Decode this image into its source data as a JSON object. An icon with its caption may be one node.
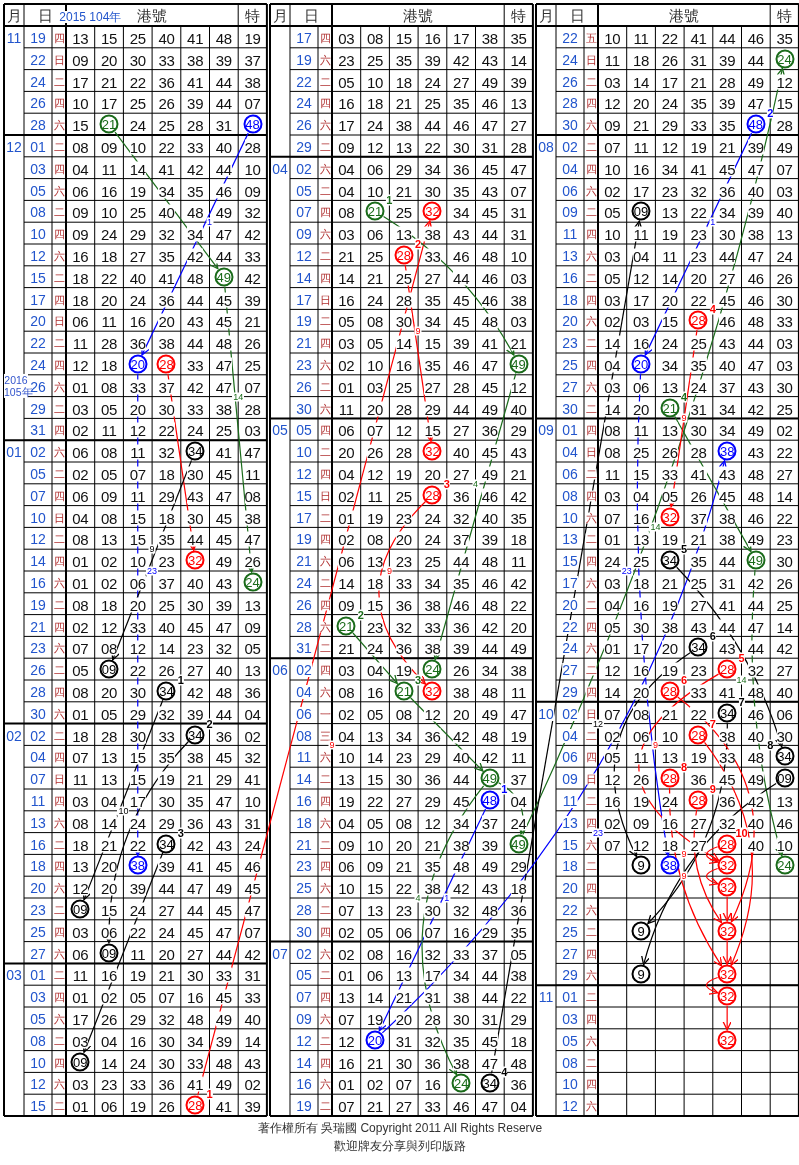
{
  "diagram": {
    "nodes": [
      {
        "text": [
          "21"
        ]
      },
      {
        "text": [
          "48"
        ]
      },
      {
        "text": [
          "49"
        ]
      },
      {
        "text": [
          "20"
        ]
      },
      {
        "text": [
          "28"
        ]
      },
      {
        "text": [
          "34"
        ]
      },
      {
        "text": [
          "32"
        ]
      },
      {
        "text": [
          "24"
        ]
      },
      {
        "text": [
          "09"
        ]
      },
      {
        "text": [
          "34"
        ],
        "beside": [
          "1"
        ]
      },
      {
        "text": [
          "34"
        ],
        "beside": [
          "2"
        ]
      },
      {
        "text": [
          "34"
        ],
        "beside": [
          "3"
        ]
      },
      {
        "text": [
          "38"
        ]
      },
      {
        "text": [
          "09"
        ]
      },
      {
        "text": [
          "09"
        ]
      },
      {
        "text": [
          "09"
        ]
      },
      {
        "text": [
          "28"
        ],
        "beside": [
          "1"
        ]
      },
      {
        "text": [
          "21"
        ],
        "beside": [
          "1"
        ]
      },
      {
        "text": [
          "32"
        ]
      },
      {
        "text": [
          "28"
        ],
        "beside": [
          "2"
        ]
      },
      {
        "text": [
          "49"
        ]
      },
      {
        "text": [
          "32"
        ]
      },
      {
        "text": [
          "28"
        ],
        "beside": [
          "3"
        ]
      },
      {
        "text": [
          "21"
        ],
        "beside": [
          "2"
        ]
      },
      {
        "text": [
          "24"
        ]
      },
      {
        "text": [
          "21"
        ],
        "beside": [
          "3"
        ]
      },
      {
        "text": [
          "32"
        ]
      },
      {
        "text": [
          "49"
        ]
      },
      {
        "text": [
          "48"
        ],
        "beside": [
          "1"
        ]
      },
      {
        "text": [
          "49"
        ]
      },
      {
        "text": [
          "20"
        ]
      },
      {
        "text": [
          "24"
        ]
      },
      {
        "text": [
          "34"
        ],
        "beside": [
          "4"
        ]
      },
      {
        "text": [
          "24"
        ]
      },
      {
        "text": [
          "48"
        ],
        "beside": [
          "2"
        ]
      },
      {
        "text": [
          "09"
        ]
      },
      {
        "text": [
          "28"
        ],
        "beside": [
          "4"
        ]
      },
      {
        "text": [
          "20"
        ]
      },
      {
        "text": [
          "21"
        ],
        "beside": [
          "4"
        ]
      },
      {
        "text": [
          "38"
        ]
      },
      {
        "text": [
          "32"
        ]
      },
      {
        "text": [
          "34"
        ],
        "beside": [
          "5"
        ]
      },
      {
        "text": [
          "49"
        ]
      },
      {
        "text": [
          "34"
        ],
        "beside": [
          "6"
        ]
      },
      {
        "text": [
          "28"
        ],
        "beside": [
          "5"
        ]
      },
      {
        "text": [
          "28"
        ],
        "beside": [
          "6"
        ]
      },
      {
        "text": [
          "34"
        ],
        "beside": [
          "7"
        ]
      },
      {
        "text": [
          "28"
        ],
        "beside": [
          "7"
        ]
      },
      {
        "text": [
          "34"
        ],
        "beside": [
          "8"
        ]
      },
      {
        "text": [
          "28"
        ],
        "beside": [
          "8"
        ]
      },
      {
        "text": [
          "09"
        ]
      },
      {
        "text": [
          "28"
        ],
        "beside": [
          "9"
        ]
      },
      {
        "text": [
          "28"
        ],
        "beside": [
          "10"
        ]
      },
      {
        "text": [
          "9"
        ]
      },
      {
        "text": [
          "38"
        ]
      },
      {
        "text": [
          "32"
        ]
      },
      {
        "text": [
          "24"
        ]
      },
      {
        "text": [
          "32"
        ]
      },
      {
        "text": [
          "9"
        ]
      },
      {
        "text": [
          "32"
        ]
      },
      {
        "text": [
          "9"
        ]
      },
      {
        "text": [
          "32"
        ]
      },
      {
        "text": [
          "32"
        ]
      },
      {
        "text": [
          "32"
        ]
      }
    ],
    "edges": [
      {
        "from": 0,
        "to": 2,
        "arrow": "to",
        "color": "#1a6b1a"
      },
      {
        "from": 2,
        "to": 7,
        "arrow": "to",
        "label": "14",
        "color": "#1a6b1a"
      },
      {
        "from": 1,
        "to": 3,
        "arrow": "to",
        "label": "1",
        "color": "#0000ff"
      },
      {
        "from": 3,
        "to": 12,
        "arrow": "to",
        "label": "23",
        "color": "#0000ff"
      },
      {
        "from": 4,
        "to": 6,
        "arrow": "to"
      },
      {
        "from": 5,
        "to": 8,
        "arrow": "to",
        "label": "9",
        "color": "#000000"
      },
      {
        "from": 9,
        "to": 13,
        "arrow": "to",
        "color": "#000000"
      },
      {
        "from": 10,
        "to": 14,
        "arrow": "to",
        "label": "10",
        "color": "#000000"
      },
      {
        "from": 11,
        "to": 15,
        "arrow": "to",
        "color": "#000000"
      },
      {
        "from": 16,
        "to": 18,
        "arrow": "to",
        "label": "9"
      },
      {
        "from": 17,
        "to": 20,
        "arrow": "to",
        "color": "#1a6b1a"
      },
      {
        "from": 19,
        "to": 21,
        "arrow": "to",
        "label": "9"
      },
      {
        "from": 20,
        "to": 24,
        "arrow": "to",
        "label": "4",
        "color": "#1a6b1a"
      },
      {
        "from": 22,
        "to": 26,
        "arrow": "to",
        "label": "9"
      },
      {
        "from": 23,
        "to": 25,
        "arrow": "to",
        "color": "#1a6b1a"
      },
      {
        "from": 25,
        "to": 27,
        "arrow": "to",
        "color": "#1a6b1a"
      },
      {
        "from": 27,
        "to": 29,
        "arrow": "to",
        "color": "#1a6b1a"
      },
      {
        "from": 28,
        "to": 30,
        "arrow": "to",
        "label": "1",
        "color": "#0000ff"
      },
      {
        "from": 27,
        "to": 31,
        "arrow": "to",
        "label": "4",
        "color": "#1a6b1a"
      },
      {
        "from": 29,
        "to": 33,
        "arrow": "to",
        "label": "14",
        "color": "#1a6b1a"
      },
      {
        "from": 30,
        "to": 39,
        "arrow": "to",
        "label": "23",
        "color": "#0000ff"
      },
      {
        "from": 32,
        "to": 35,
        "arrow": "to",
        "label": "12",
        "color": "#000000"
      },
      {
        "from": 34,
        "to": 37,
        "arrow": "to",
        "label": "1",
        "color": "#0000ff"
      },
      {
        "from": 37,
        "to": 54,
        "arrow": "to",
        "label": "23",
        "color": "#0000ff"
      },
      {
        "from": 38,
        "to": 42,
        "arrow": "to",
        "color": "#1a6b1a"
      },
      {
        "from": 42,
        "to": 56,
        "arrow": "to",
        "label": "14",
        "color": "#1a6b1a"
      },
      {
        "from": 36,
        "to": 40,
        "arrow": "to",
        "label": "9"
      },
      {
        "from": 41,
        "to": 48,
        "arrow": "to",
        "color": "#000000"
      },
      {
        "from": 43,
        "to": 53,
        "arrow": "to",
        "color": "#000000"
      },
      {
        "from": 46,
        "to": 58,
        "arrow": "to",
        "color": "#000000"
      },
      {
        "from": 50,
        "to": 60,
        "arrow": "to",
        "color": "#000000"
      },
      {
        "from": 44,
        "to": 55,
        "arrow": "to",
        "label": "9"
      },
      {
        "from": 45,
        "to": 59,
        "arrow": "to"
      },
      {
        "from": 47,
        "to": 61,
        "arrow": "to"
      },
      {
        "from": 49,
        "to": 61,
        "arrow": "to",
        "label": "9"
      },
      {
        "from": 51,
        "to": 59,
        "arrow": "to",
        "label": "9"
      },
      {
        "from": 52,
        "to": 55,
        "arrow": "to"
      },
      {
        "from": 55,
        "to": 57,
        "arrow": "to"
      },
      {
        "from": 57,
        "to": 59,
        "arrow": "to"
      },
      {
        "from": 59,
        "to": 61,
        "arrow": "to"
      },
      {
        "from": 61,
        "to": 62,
        "arrow": "to"
      },
      {
        "from": 62,
        "to": 63,
        "arrow": "to"
      }
    ],
    "labels": [
      "月",
      "日",
      "2015 104年",
      "港號",
      "特",
      "11",
      "19",
      "四",
      "13",
      "15",
      "25",
      "40",
      "41",
      "48",
      "19",
      "22",
      "日",
      "09",
      "20",
      "30",
      "33",
      "38",
      "39",
      "37",
      "24",
      "二",
      "17",
      "21",
      "22",
      "36",
      "41",
      "44",
      "38",
      "26",
      "四",
      "10",
      "17",
      "25",
      "26",
      "39",
      "44",
      "07",
      "28",
      "六",
      "15",
      "24",
      "25",
      "28",
      "31",
      "12",
      "01",
      "二",
      "08",
      "09",
      "10",
      "22",
      "33",
      "40",
      "28",
      "03",
      "四",
      "04",
      "11",
      "14",
      "41",
      "42",
      "44",
      "10",
      "05",
      "六",
      "06",
      "16",
      "19",
      "34",
      "35",
      "46",
      "09",
      "08",
      "二",
      "09",
      "10",
      "25",
      "40",
      "48",
      "49",
      "32",
      "10",
      "四",
      "09",
      "24",
      "29",
      "32",
      "34",
      "47",
      "42",
      "12",
      "六",
      "16",
      "18",
      "27",
      "35",
      "42",
      "44",
      "33",
      "15",
      "二",
      "18",
      "22",
      "40",
      "41",
      "48",
      "42",
      "17",
      "四",
      "18",
      "20",
      "24",
      "36",
      "44",
      "45",
      "39",
      "20",
      "日",
      "06",
      "11",
      "16",
      "20",
      "43",
      "45",
      "21",
      "22",
      "二",
      "11",
      "28",
      "36",
      "38",
      "44",
      "48",
      "26",
      "24",
      "四",
      "12",
      "18",
      "33",
      "47",
      "25",
      "26",
      "六",
      "01",
      "08",
      "33",
      "37",
      "42",
      "47",
      "07",
      "29",
      "二",
      "03",
      "05",
      "20",
      "30",
      "33",
      "38",
      "28",
      "31",
      "四",
      "02",
      "11",
      "12",
      "22",
      "24",
      "25",
      "03",
      "2016 105年",
      "01",
      "02",
      "六",
      "06",
      "08",
      "11",
      "32",
      "41",
      "47",
      "05",
      "二",
      "02",
      "05",
      "07",
      "18",
      "30",
      "45",
      "11",
      "07",
      "四",
      "06",
      "09",
      "11",
      "29",
      "43",
      "47",
      "08",
      "10",
      "日",
      "04",
      "08",
      "15",
      "18",
      "30",
      "45",
      "38",
      "12",
      "二",
      "08",
      "13",
      "15",
      "35",
      "44",
      "45",
      "47",
      "14",
      "四",
      "01",
      "02",
      "10",
      "23",
      "49",
      "26",
      "16",
      "六",
      "01",
      "02",
      "06",
      "37",
      "40",
      "43",
      "19",
      "二",
      "08",
      "18",
      "20",
      "25",
      "30",
      "39",
      "13",
      "21",
      "四",
      "02",
      "12",
      "33",
      "40",
      "45",
      "47",
      "09",
      "23",
      "六",
      "07",
      "08",
      "12",
      "14",
      "23",
      "32",
      "05",
      "26",
      "二",
      "05",
      "22",
      "26",
      "27",
      "40",
      "13",
      "28",
      "四",
      "08",
      "20",
      "30",
      "42",
      "48",
      "36",
      "30",
      "六",
      "01",
      "05",
      "29",
      "32",
      "39",
      "44",
      "04",
      "02",
      "02",
      "二",
      "18",
      "28",
      "30",
      "33",
      "36",
      "02",
      "04",
      "四",
      "07",
      "13",
      "15",
      "35",
      "38",
      "45",
      "32",
      "07",
      "日",
      "11",
      "13",
      "15",
      "19",
      "21",
      "29",
      "41",
      "11",
      "四",
      "03",
      "04",
      "17",
      "30",
      "35",
      "47",
      "10",
      "13",
      "六",
      "08",
      "14",
      "24",
      "29",
      "36",
      "43",
      "31",
      "16",
      "二",
      "18",
      "21",
      "22",
      "42",
      "43",
      "24",
      "18",
      "四",
      "13",
      "20",
      "39",
      "41",
      "45",
      "46",
      "20",
      "六",
      "12",
      "20",
      "39",
      "44",
      "47",
      "49",
      "45",
      "23",
      "二",
      "15",
      "24",
      "27",
      "44",
      "45",
      "47",
      "25",
      "四",
      "03",
      "06",
      "22",
      "24",
      "45",
      "47",
      "07",
      "27",
      "六",
      "06",
      "11",
      "20",
      "27",
      "44",
      "42",
      "03",
      "01",
      "二",
      "11",
      "16",
      "19",
      "21",
      "30",
      "33",
      "31",
      "03",
      "四",
      "01",
      "02",
      "05",
      "07",
      "16",
      "45",
      "33",
      "05",
      "六",
      "17",
      "26",
      "29",
      "32",
      "48",
      "49",
      "40",
      "08",
      "二",
      "03",
      "04",
      "16",
      "30",
      "34",
      "39",
      "14",
      "10",
      "四",
      "14",
      "24",
      "30",
      "33",
      "48",
      "43",
      "12",
      "六",
      "03",
      "23",
      "33",
      "36",
      "41",
      "49",
      "02",
      "15",
      "二",
      "01",
      "06",
      "19",
      "26",
      "41",
      "39",
      "月",
      "日",
      "港號",
      "特",
      "17",
      "四",
      "03",
      "08",
      "15",
      "16",
      "17",
      "38",
      "35",
      "19",
      "六",
      "23",
      "25",
      "35",
      "39",
      "42",
      "43",
      "14",
      "22",
      "二",
      "05",
      "10",
      "18",
      "24",
      "27",
      "49",
      "39",
      "24",
      "四",
      "16",
      "18",
      "21",
      "25",
      "35",
      "46",
      "13",
      "26",
      "六",
      "17",
      "24",
      "38",
      "44",
      "46",
      "47",
      "27",
      "29",
      "二",
      "09",
      "12",
      "13",
      "22",
      "30",
      "31",
      "28",
      "04",
      "02",
      "六",
      "04",
      "06",
      "29",
      "34",
      "36",
      "45",
      "47",
      "05",
      "二",
      "04",
      "10",
      "21",
      "30",
      "35",
      "43",
      "07",
      "07",
      "四",
      "08",
      "25",
      "34",
      "45",
      "31",
      "09",
      "六",
      "03",
      "06",
      "13",
      "38",
      "43",
      "44",
      "31",
      "12",
      "二",
      "21",
      "25",
      "33",
      "46",
      "48",
      "10",
      "14",
      "四",
      "14",
      "21",
      "25",
      "27",
      "44",
      "46",
      "03",
      "17",
      "日",
      "16",
      "24",
      "28",
      "35",
      "45",
      "46",
      "38",
      "19",
      "二",
      "05",
      "08",
      "30",
      "34",
      "45",
      "48",
      "03",
      "21",
      "四",
      "03",
      "05",
      "14",
      "15",
      "39",
      "41",
      "21",
      "23",
      "六",
      "02",
      "10",
      "16",
      "35",
      "46",
      "47",
      "26",
      "二",
      "01",
      "03",
      "25",
      "27",
      "28",
      "45",
      "12",
      "30",
      "六",
      "11",
      "20",
      "28",
      "29",
      "44",
      "49",
      "40",
      "05",
      "05",
      "四",
      "06",
      "07",
      "12",
      "15",
      "27",
      "36",
      "29",
      "10",
      "二",
      "20",
      "26",
      "28",
      "40",
      "45",
      "43",
      "12",
      "四",
      "04",
      "12",
      "19",
      "20",
      "27",
      "49",
      "21",
      "15",
      "日",
      "02",
      "11",
      "25",
      "36",
      "46",
      "42",
      "17",
      "二",
      "01",
      "19",
      "23",
      "24",
      "32",
      "40",
      "35",
      "19",
      "四",
      "02",
      "08",
      "20",
      "24",
      "37",
      "39",
      "18",
      "21",
      "六",
      "06",
      "13",
      "23",
      "25",
      "44",
      "48",
      "11",
      "24",
      "二",
      "14",
      "18",
      "33",
      "34",
      "35",
      "46",
      "42",
      "26",
      "四",
      "09",
      "15",
      "36",
      "38",
      "46",
      "48",
      "22",
      "28",
      "六",
      "23",
      "32",
      "33",
      "36",
      "42",
      "20",
      "31",
      "二",
      "21",
      "24",
      "36",
      "38",
      "39",
      "44",
      "49",
      "06",
      "02",
      "四",
      "03",
      "04",
      "19",
      "26",
      "34",
      "38",
      "04",
      "六",
      "08",
      "16",
      "38",
      "48",
      "11",
      "06",
      "一",
      "02",
      "05",
      "08",
      "12",
      "20",
      "49",
      "47",
      "08",
      "三",
      "04",
      "13",
      "34",
      "36",
      "42",
      "48",
      "19",
      "11",
      "六",
      "10",
      "14",
      "23",
      "29",
      "40",
      "42",
      "11",
      "14",
      "二",
      "13",
      "15",
      "30",
      "36",
      "44",
      "37",
      "16",
      "四",
      "19",
      "22",
      "27",
      "29",
      "45",
      "04",
      "18",
      "六",
      "04",
      "05",
      "08",
      "12",
      "34",
      "37",
      "24",
      "21",
      "二",
      "09",
      "10",
      "20",
      "21",
      "38",
      "39",
      "23",
      "四",
      "06",
      "09",
      "21",
      "35",
      "48",
      "49",
      "29",
      "25",
      "六",
      "10",
      "15",
      "22",
      "38",
      "42",
      "43",
      "18",
      "28",
      "二",
      "07",
      "13",
      "23",
      "30",
      "32",
      "48",
      "36",
      "30",
      "四",
      "02",
      "05",
      "06",
      "07",
      "16",
      "29",
      "35",
      "07",
      "02",
      "六",
      "02",
      "08",
      "16",
      "32",
      "33",
      "37",
      "05",
      "05",
      "二",
      "01",
      "06",
      "13",
      "17",
      "34",
      "44",
      "38",
      "07",
      "四",
      "13",
      "14",
      "21",
      "31",
      "38",
      "44",
      "22",
      "09",
      "六",
      "07",
      "19",
      "20",
      "28",
      "30",
      "31",
      "29",
      "12",
      "二",
      "12",
      "31",
      "32",
      "35",
      "45",
      "18",
      "14",
      "四",
      "16",
      "21",
      "30",
      "36",
      "38",
      "47",
      "48",
      "16",
      "六",
      "01",
      "02",
      "07",
      "16",
      "36",
      "19",
      "二",
      "07",
      "21",
      "27",
      "33",
      "46",
      "47",
      "04",
      "月",
      "日",
      "港號",
      "特",
      "22",
      "五",
      "10",
      "11",
      "22",
      "41",
      "44",
      "46",
      "35",
      "24",
      "日",
      "11",
      "18",
      "26",
      "31",
      "39",
      "44",
      "26",
      "二",
      "03",
      "14",
      "17",
      "21",
      "28",
      "49",
      "12",
      "28",
      "四",
      "12",
      "20",
      "24",
      "35",
      "39",
      "47",
      "15",
      "30",
      "六",
      "09",
      "21",
      "29",
      "33",
      "35",
      "28",
      "08",
      "02",
      "二",
      "07",
      "11",
      "12",
      "19",
      "21",
      "39",
      "49",
      "04",
      "四",
      "10",
      "16",
      "34",
      "41",
      "45",
      "47",
      "07",
      "06",
      "六",
      "02",
      "17",
      "23",
      "32",
      "36",
      "40",
      "03",
      "09",
      "二",
      "05",
      "13",
      "22",
      "34",
      "39",
      "40",
      "11",
      "四",
      "10",
      "11",
      "19",
      "23",
      "30",
      "38",
      "13",
      "13",
      "六",
      "03",
      "04",
      "11",
      "23",
      "44",
      "47",
      "24",
      "16",
      "二",
      "05",
      "12",
      "14",
      "20",
      "27",
      "46",
      "26",
      "18",
      "四",
      "03",
      "17",
      "20",
      "22",
      "45",
      "46",
      "30",
      "20",
      "六",
      "02",
      "03",
      "15",
      "46",
      "48",
      "33",
      "23",
      "二",
      "14",
      "16",
      "24",
      "25",
      "43",
      "44",
      "03",
      "25",
      "四",
      "04",
      "34",
      "35",
      "40",
      "47",
      "03",
      "27",
      "六",
      "03",
      "06",
      "13",
      "24",
      "37",
      "43",
      "30",
      "30",
      "二",
      "14",
      "20",
      "31",
      "34",
      "42",
      "25",
      "09",
      "01",
      "四",
      "08",
      "11",
      "13",
      "30",
      "34",
      "49",
      "02",
      "04",
      "日",
      "08",
      "25",
      "26",
      "28",
      "43",
      "22",
      "06",
      "二",
      "11",
      "15",
      "33",
      "41",
      "43",
      "48",
      "27",
      "08",
      "四",
      "03",
      "04",
      "05",
      "26",
      "45",
      "48",
      "14",
      "10",
      "六",
      "07",
      "16",
      "37",
      "38",
      "46",
      "22",
      "13",
      "二",
      "01",
      "13",
      "19",
      "21",
      "38",
      "49",
      "23",
      "15",
      "四",
      "24",
      "25",
      "35",
      "44",
      "30",
      "17",
      "六",
      "03",
      "18",
      "21",
      "25",
      "31",
      "42",
      "26",
      "20",
      "二",
      "04",
      "16",
      "19",
      "27",
      "41",
      "44",
      "25",
      "22",
      "四",
      "05",
      "30",
      "38",
      "43",
      "44",
      "47",
      "14",
      "24",
      "六",
      "01",
      "17",
      "20",
      "43",
      "44",
      "42",
      "27",
      "二",
      "12",
      "16",
      "19",
      "23",
      "32",
      "27",
      "29",
      "四",
      "14",
      "20",
      "33",
      "41",
      "48",
      "40",
      "10",
      "02",
      "日",
      "07",
      "08",
      "21",
      "22",
      "46",
      "06",
      "04",
      "二",
      "02",
      "06",
      "10",
      "38",
      "40",
      "30",
      "06",
      "四",
      "05",
      "11",
      "13",
      "19",
      "33",
      "48",
      "09",
      "日",
      "12",
      "26",
      "36",
      "45",
      "49",
      "11",
      "二",
      "16",
      "19",
      "24",
      "36",
      "42",
      "13",
      "13",
      "四",
      "02",
      "09",
      "16",
      "27",
      "32",
      "40",
      "46",
      "15",
      "六",
      "07",
      "12",
      "18",
      "27",
      "40",
      "10",
      "18",
      "二",
      "20",
      "四",
      "22",
      "六",
      "25",
      "二",
      "27",
      "四",
      "29",
      "六",
      "11",
      "01",
      "二",
      "03",
      "四",
      "05",
      "六",
      "08",
      "二",
      "10",
      "四",
      "12",
      "六",
      "著作權所有 吳瑞國 Copyright 2011 All Rights Reserve",
      "歡迎牌友分享與列印版路"
    ]
  }
}
